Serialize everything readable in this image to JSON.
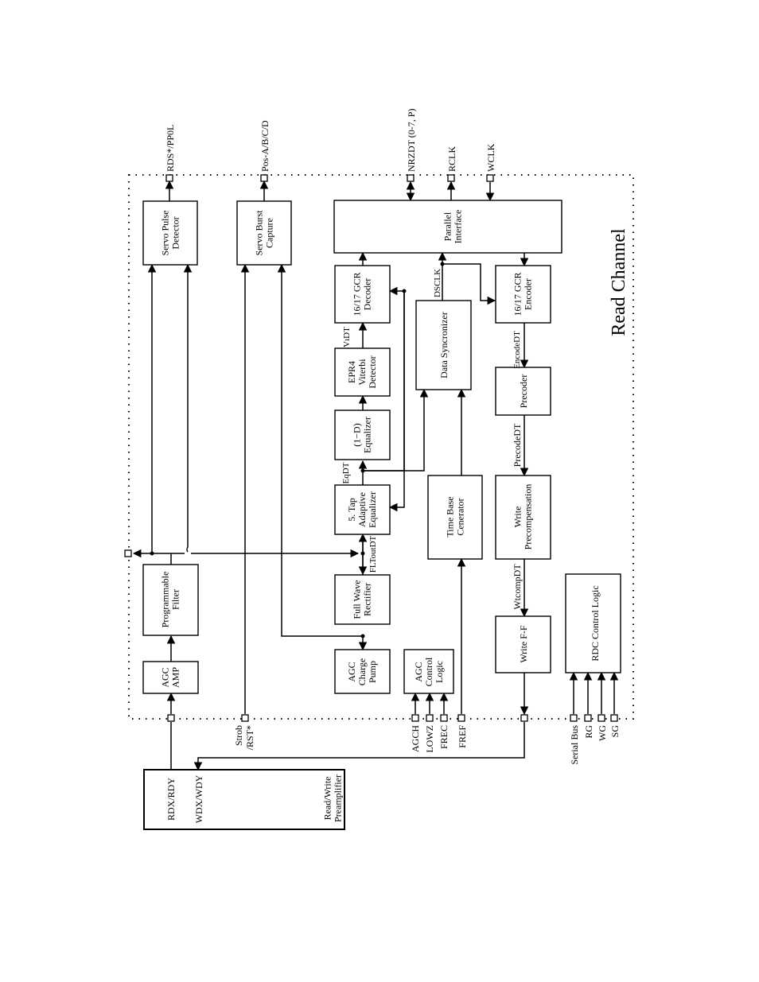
{
  "title": "Read Channel",
  "blocks": {
    "servo_pulse_detector": [
      "Servo Pulse",
      "Detector"
    ],
    "servo_burst_capture": [
      "Servo Burst",
      "Capture"
    ],
    "parallel_interface": [
      "Parallel",
      "Interface"
    ],
    "gcr_decoder": [
      "16/17 GCR",
      "Decoder"
    ],
    "data_syncronizer": [
      "Data Syncronizer"
    ],
    "gcr_encoder": [
      "16/17 GCR",
      "Encoder"
    ],
    "epr4_viterbi": [
      "EPR4",
      "Viterbi",
      "Detector"
    ],
    "one_minus_d_equalizer": [
      "(1−D)",
      "Equalizer"
    ],
    "precoder": [
      "Precoder"
    ],
    "adaptive_equalizer": [
      "5. Tap",
      "Adaptive",
      "Equalizer"
    ],
    "time_base_generator": [
      "Time Base",
      "Cenerator"
    ],
    "write_precompensation": [
      "Write",
      "Precompensation"
    ],
    "programmable_filter": [
      "Programmable",
      "Filter"
    ],
    "full_wave_rectifier": [
      "Full Wave",
      "Rectifier"
    ],
    "write_ff": [
      "Write F-F"
    ],
    "rdc_control_logic": [
      "RDC Control Logic"
    ],
    "agc_amp": [
      "AGC",
      "AMP"
    ],
    "agc_charge_pump": [
      "AGC",
      "Charge",
      "Pump"
    ],
    "agc_control_logic": [
      "AGC",
      "Control",
      "Logic"
    ],
    "preamplifier": {
      "rdx": "RDX/RDY",
      "wdx": "WDX/WDY",
      "name": [
        "Read/Write",
        "Preamplifier"
      ]
    }
  },
  "signals": {
    "vidt": "VıDT",
    "dsclk": "DSCLK",
    "encodedt": "EncodeDT",
    "eqdt": "EqDT",
    "precodedt": "PrecodeDT",
    "fltoutdt": "FLToutDT",
    "wtcompdt": "WtcompDT"
  },
  "pins": {
    "rds_ppol": "RDS*/PP0L",
    "pos_abcd": "Pos-A/B/C/D",
    "nrzdt": "NRZDT (0-7, P)",
    "rclk": "RCLK",
    "wclk": "WCLK",
    "strob": "Strob",
    "rst": "/RST*",
    "agch": "AGCH",
    "lowz": "LOWZ",
    "frec": "FREC",
    "fref": "FREF",
    "serial_bus": "Serial Bus",
    "rg": "RG",
    "wg": "WG",
    "sg": "SG"
  }
}
